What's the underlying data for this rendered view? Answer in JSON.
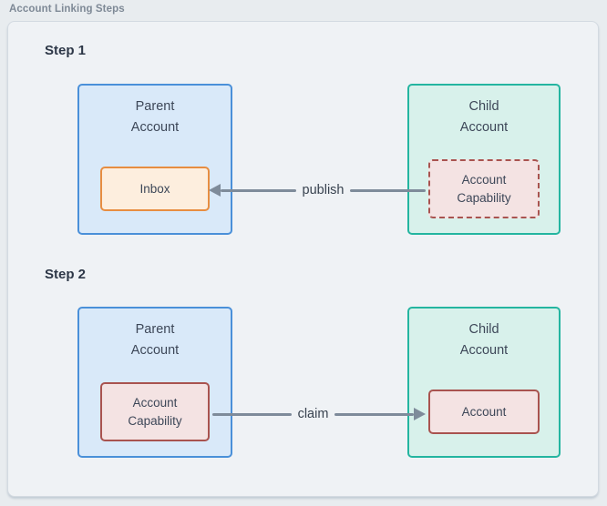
{
  "diagram": {
    "caption": "Account Linking Steps"
  },
  "colors": {
    "page_bg": "#e8ecef",
    "panel_bg": "#eff2f5",
    "panel_border": "#d3dae1",
    "parent_fill": "#d9e9f9",
    "parent_border": "#4a90d9",
    "child_fill": "#d8f1eb",
    "child_border": "#24b5a0",
    "inbox_fill": "#fdeede",
    "inbox_border": "#e78d41",
    "capability_fill": "#f4e3e3",
    "capability_border": "#a9534f",
    "arrow": "#7e8b9a",
    "heading_text": "#2d3747",
    "box_text": "#3d4758",
    "caption_text": "#7e8996"
  },
  "steps": [
    {
      "label": "Step 1",
      "parent": {
        "title": "Parent\nAccount",
        "inner_label": "Inbox",
        "inner_style": "solid-orange"
      },
      "child": {
        "title": "Child\nAccount",
        "inner_label": "Account\nCapability",
        "inner_style": "dashed-red"
      },
      "arrow": {
        "label": "publish",
        "direction": "left",
        "from": "child-account-capability",
        "to": "parent-inbox"
      }
    },
    {
      "label": "Step 2",
      "parent": {
        "title": "Parent\nAccount",
        "inner_label": "Account\nCapability",
        "inner_style": "solid-red"
      },
      "child": {
        "title": "Child\nAccount",
        "inner_label": "Account",
        "inner_style": "solid-red"
      },
      "arrow": {
        "label": "claim",
        "direction": "right",
        "from": "parent-account-capability",
        "to": "child-account"
      }
    }
  ]
}
